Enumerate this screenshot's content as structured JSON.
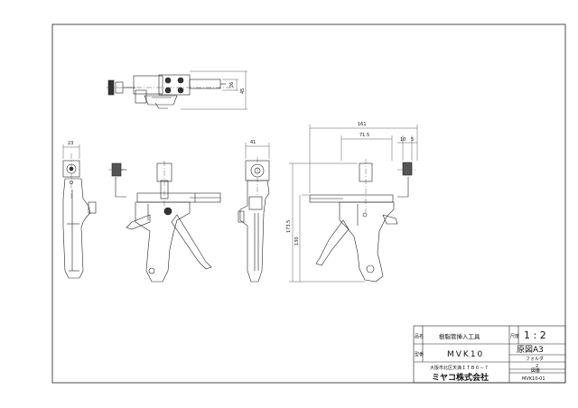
{
  "dimensions": {
    "top_height_26": "26",
    "top_height_45": "45",
    "side_width_23": "23",
    "back_width_41": "41",
    "overall_161": "161",
    "length_71_5": "71.5",
    "dim_10": "10",
    "dim_5": "5",
    "height_173_5": "173.5",
    "height_130": "130"
  },
  "title_block": {
    "name_label": "品名",
    "name_value": "樹脂管挿入工具",
    "scale_label": "尺度",
    "scale_value": "1 : 2",
    "model_label": "型番",
    "model_value": "MVK10",
    "paper_value": "原図A3",
    "folder_label": "フォルダ",
    "folder_value": "2",
    "address": "大阪市北区天満ＩＴＢ６－７",
    "drawing_no_label": "図番",
    "drawing_no_value": "MVK10-01",
    "company": "ミヤコ株式会社"
  }
}
